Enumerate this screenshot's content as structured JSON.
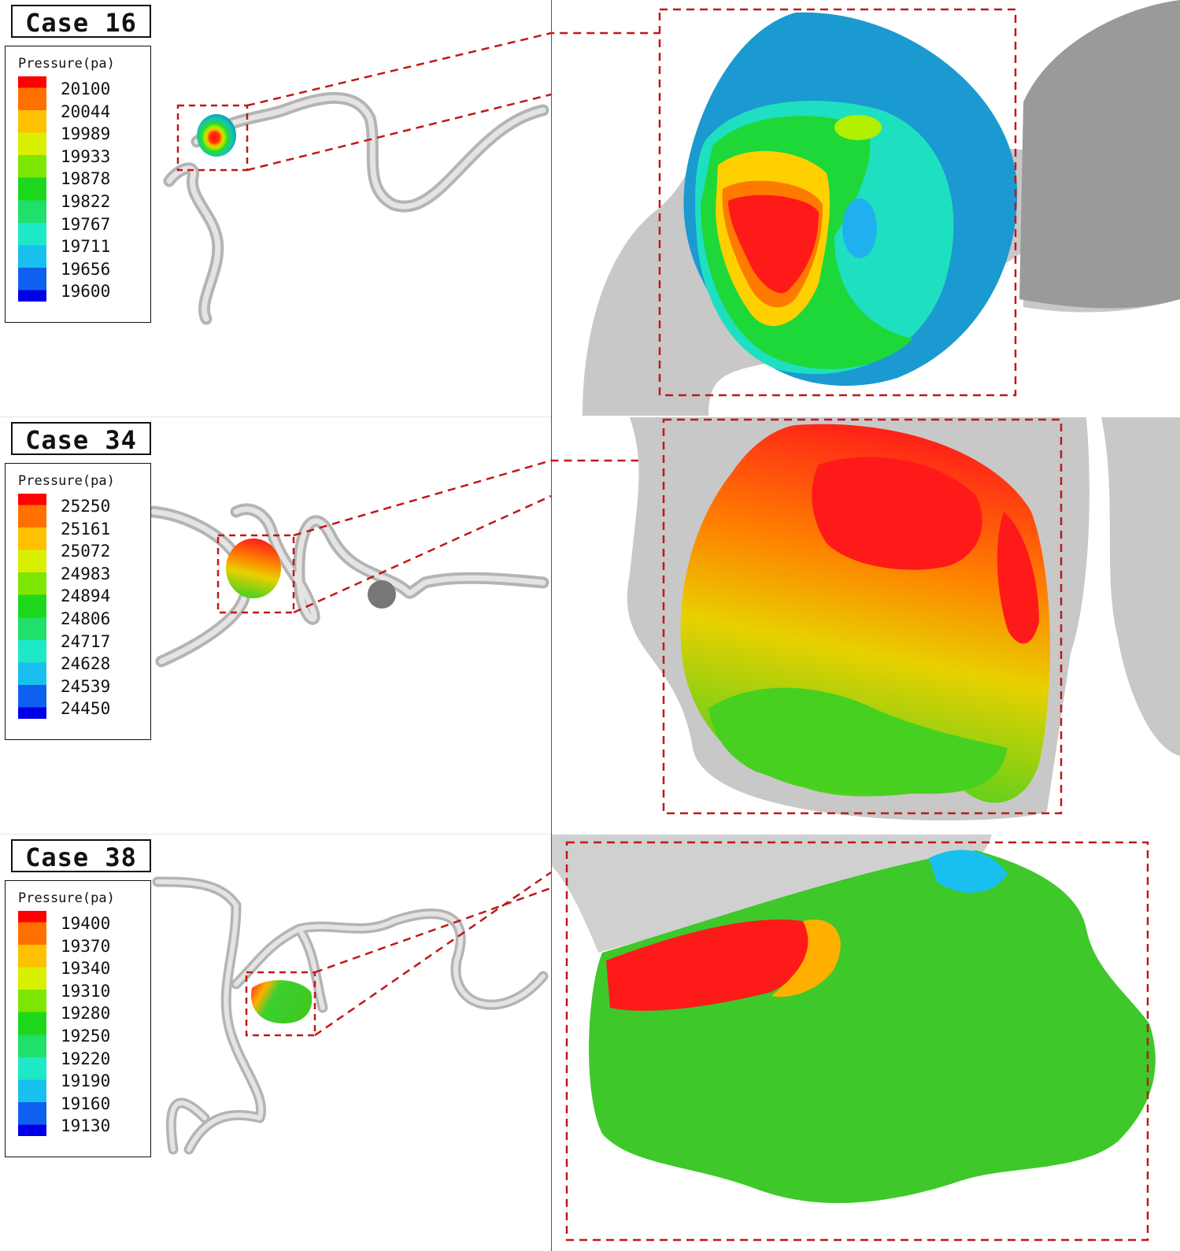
{
  "legend_colors": [
    "#ff0000",
    "#ff7000",
    "#ffc000",
    "#d8f000",
    "#7ee600",
    "#1ed81e",
    "#1ee06a",
    "#1ee8c8",
    "#18c0f0",
    "#1060f0",
    "#0000e8"
  ],
  "panels": [
    {
      "case_label": "Case 16",
      "legend_title": "Pressure(pa)",
      "ticks": [
        "20100",
        "20044",
        "19989",
        "19933",
        "19878",
        "19822",
        "19767",
        "19711",
        "19656",
        "19600"
      ]
    },
    {
      "case_label": "Case 34",
      "legend_title": "Pressure(pa)",
      "ticks": [
        "25250",
        "25161",
        "25072",
        "24983",
        "24894",
        "24806",
        "24717",
        "24628",
        "24539",
        "24450"
      ]
    },
    {
      "case_label": "Case 38",
      "legend_title": "Pressure(pa)",
      "ticks": [
        "19400",
        "19370",
        "19340",
        "19310",
        "19280",
        "19250",
        "19220",
        "19190",
        "19160",
        "19130"
      ]
    }
  ]
}
